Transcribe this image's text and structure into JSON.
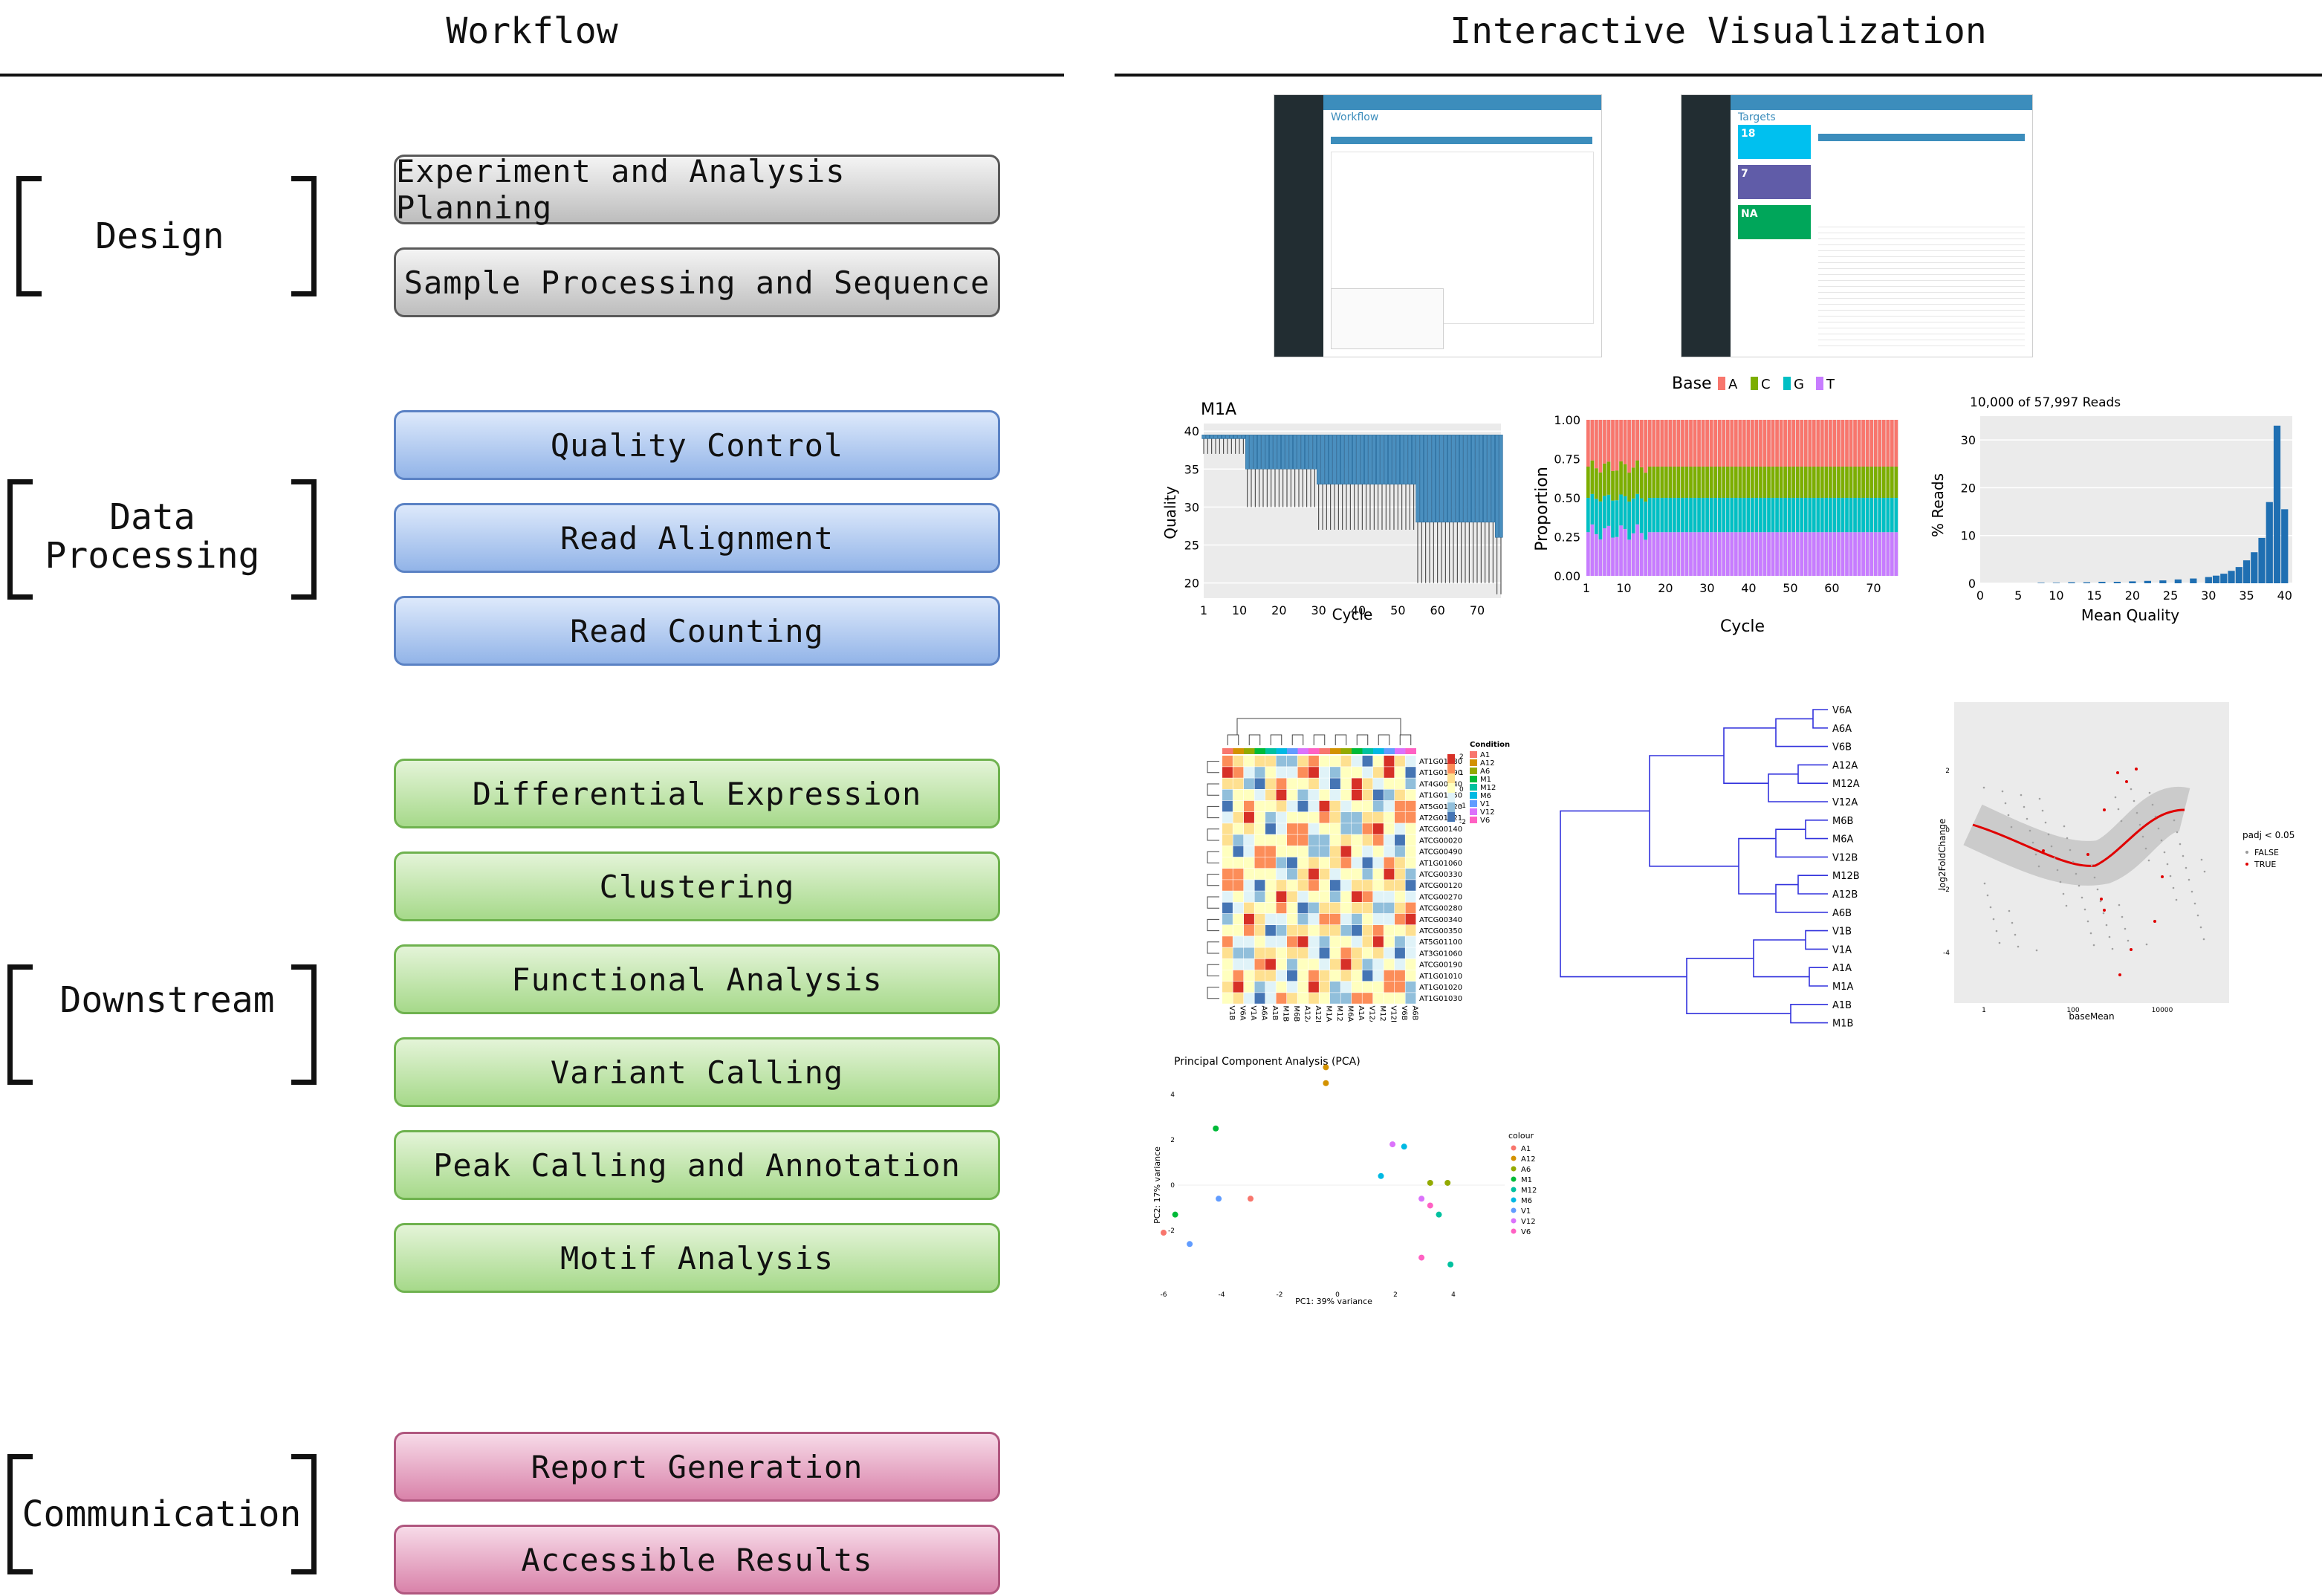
{
  "headers": {
    "left": "Workflow",
    "right": "Interactive Visualization"
  },
  "stages": {
    "design": "Design",
    "processing": [
      "Data",
      "Processing"
    ],
    "downstream": "Downstream",
    "communication": "Communication"
  },
  "steps": {
    "design": [
      "Experiment and Analysis Planning",
      "Sample Processing and Sequence"
    ],
    "processing": [
      "Quality Control",
      "Read Alignment",
      "Read Counting"
    ],
    "downstream": [
      "Differential Expression",
      "Clustering",
      "Functional Analysis",
      "Variant Calling",
      "Peak Calling and Annotation",
      "Motif Analysis"
    ],
    "communication": [
      "Report Generation",
      "Accessible Results"
    ]
  },
  "colors": {
    "design": "#bdbdbd",
    "processing": "#92b4e8",
    "downstream": "#a6d98a",
    "communication": "#d983aa"
  },
  "app_screens": {
    "workflow_title": "Workflow",
    "targets_title": "Targets",
    "targets_cards": [
      "18",
      "7",
      "NA"
    ]
  },
  "chart_data": [
    {
      "type": "box",
      "title": "M1A",
      "xlabel": "Cycle",
      "ylabel": "Quality",
      "x_ticks": [
        "1",
        "10",
        "20",
        "30",
        "40",
        "50",
        "60",
        "70"
      ],
      "y_ticks": [
        "40",
        "35",
        "30",
        "25",
        "20"
      ],
      "ylim": [
        18,
        41
      ],
      "xlim": [
        1,
        76
      ]
    },
    {
      "type": "bar",
      "stacked": true,
      "legend_title": "Base",
      "legend": [
        "A",
        "C",
        "G",
        "T"
      ],
      "xlabel": "Cycle",
      "ylabel": "Proportion",
      "x_ticks": [
        "1",
        "10",
        "20",
        "30",
        "40",
        "50",
        "60",
        "70"
      ],
      "y_ticks": [
        "1.00",
        "0.75",
        "0.50",
        "0.25",
        "0.00"
      ],
      "series": [
        {
          "name": "T",
          "values_mean": 0.28
        },
        {
          "name": "G",
          "values_mean": 0.24
        },
        {
          "name": "C",
          "values_mean": 0.2
        },
        {
          "name": "A",
          "values_mean": 0.28
        }
      ],
      "colors": {
        "A": "#f8766d",
        "C": "#7cae00",
        "G": "#00bfc4",
        "T": "#c77cff"
      }
    },
    {
      "type": "bar",
      "title": "10,000 of 57,997 Reads",
      "xlabel": "Mean Quality",
      "ylabel": "% Reads",
      "x": [
        8,
        10,
        12,
        14,
        16,
        18,
        20,
        22,
        24,
        26,
        28,
        30,
        31,
        32,
        33,
        34,
        35,
        36,
        37,
        38,
        39,
        40
      ],
      "values": [
        0.1,
        0.1,
        0.2,
        0.2,
        0.3,
        0.3,
        0.4,
        0.5,
        0.6,
        0.8,
        1.0,
        1.3,
        1.6,
        2.0,
        2.6,
        3.4,
        4.8,
        6.5,
        9.5,
        17,
        33,
        15.5
      ],
      "x_ticks": [
        "0",
        "5",
        "10",
        "15",
        "20",
        "25",
        "30",
        "35",
        "40"
      ],
      "y_ticks": [
        "30",
        "20",
        "10",
        "0"
      ],
      "ylim": [
        0,
        35
      ],
      "xlim": [
        0,
        41
      ]
    },
    {
      "type": "heatmap",
      "legend_title": "Condition",
      "legend": [
        "A1",
        "A12",
        "A6",
        "M1",
        "M12",
        "M6",
        "V1",
        "V12",
        "V6"
      ],
      "scale_ticks": [
        "2",
        "1",
        "0",
        "-1",
        "-2"
      ],
      "row_labels": [
        "AT1G01080",
        "AT1G01090",
        "AT4G00040",
        "AT1G01050",
        "AT5G01020",
        "AT2G01021",
        "ATCG00140",
        "ATCG00020",
        "ATCG00490",
        "AT1G01060",
        "ATCG00330",
        "ATCG00120",
        "ATCG00270",
        "ATCG00280",
        "ATCG00340",
        "ATCG00350",
        "AT5G01100",
        "AT3G01060",
        "ATCG00190",
        "AT1G01010",
        "AT1G01020",
        "AT1G01030"
      ],
      "col_labels": [
        "V1B",
        "V6A",
        "V1A",
        "A6A",
        "A1B",
        "M1B",
        "M6B",
        "A12A",
        "A12B",
        "M1A",
        "M12B",
        "M6A",
        "A1A",
        "V12A",
        "M12A",
        "V12B",
        "V6B",
        "A6B"
      ]
    },
    {
      "type": "dendrogram",
      "leaves": [
        "V6A",
        "A6A",
        "V6B",
        "A12A",
        "M12A",
        "V12A",
        "M6B",
        "M6A",
        "V12B",
        "M12B",
        "A12B",
        "A6B",
        "V1B",
        "V1A",
        "A1A",
        "M1A",
        "A1B",
        "M1B"
      ]
    },
    {
      "type": "scatter",
      "xlabel": "baseMean",
      "ylabel": "log2FoldChange",
      "legend_title": "padj < 0.05",
      "legend": [
        "FALSE",
        "TRUE"
      ],
      "x_ticks": [
        "1",
        "100",
        "10000"
      ],
      "y_ticks": [
        "2",
        "0",
        "-2",
        "-4"
      ]
    },
    {
      "type": "scatter",
      "title": "Principal Component Analysis (PCA)",
      "xlabel": "PC1: 39% variance",
      "ylabel": "PC2: 17% variance",
      "legend_title": "colour",
      "legend": [
        "A1",
        "A12",
        "A6",
        "M1",
        "M12",
        "M6",
        "V1",
        "V12",
        "V6"
      ],
      "x_ticks": [
        "-6",
        "-4",
        "-2",
        "0",
        "2",
        "4"
      ],
      "y_ticks": [
        "4",
        "2",
        "0",
        "-2"
      ],
      "series": [
        {
          "name": "A1",
          "color": "#f8766d",
          "points": [
            [
              -6.0,
              -2.1
            ],
            [
              -3.0,
              -0.6
            ]
          ]
        },
        {
          "name": "A12",
          "color": "#d39200",
          "points": [
            [
              -0.4,
              5.2
            ],
            [
              -0.4,
              4.5
            ]
          ]
        },
        {
          "name": "A6",
          "color": "#93aa00",
          "points": [
            [
              3.2,
              0.1
            ],
            [
              3.8,
              0.1
            ]
          ]
        },
        {
          "name": "M1",
          "color": "#00ba38",
          "points": [
            [
              -5.6,
              -1.3
            ],
            [
              -4.2,
              2.5
            ]
          ]
        },
        {
          "name": "M12",
          "color": "#00c19f",
          "points": [
            [
              3.9,
              -3.5
            ],
            [
              3.5,
              -1.3
            ]
          ]
        },
        {
          "name": "M6",
          "color": "#00b9e3",
          "points": [
            [
              1.5,
              0.4
            ],
            [
              2.3,
              1.7
            ]
          ]
        },
        {
          "name": "V1",
          "color": "#619cff",
          "points": [
            [
              -5.1,
              -2.6
            ],
            [
              -4.1,
              -0.6
            ]
          ]
        },
        {
          "name": "V12",
          "color": "#db72fb",
          "points": [
            [
              2.9,
              -0.6
            ],
            [
              1.9,
              1.8
            ]
          ]
        },
        {
          "name": "V6",
          "color": "#ff61c3",
          "points": [
            [
              2.9,
              -3.2
            ],
            [
              3.2,
              -0.9
            ]
          ]
        }
      ]
    }
  ]
}
